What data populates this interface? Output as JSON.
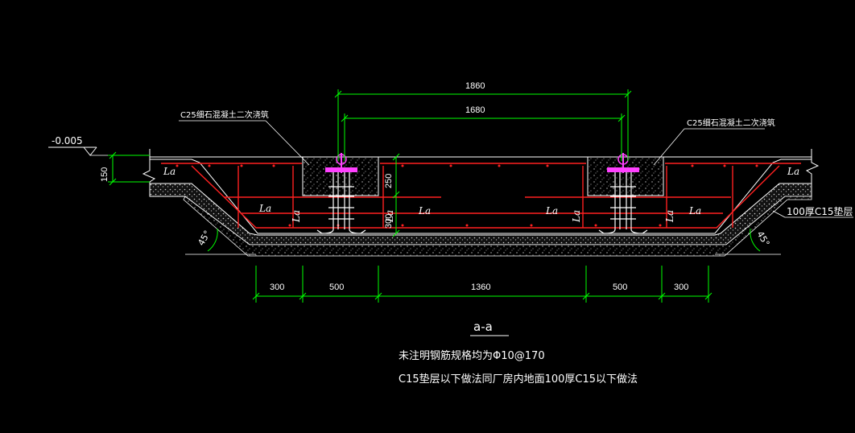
{
  "drawing": {
    "level_mark": "-0.005",
    "left_concrete_note": "C25细石混凝土二次浇筑",
    "right_concrete_note": "C25细石混凝土二次浇筑",
    "cushion_note": "100厚C15垫层",
    "anchor_label": "La",
    "angle_left": "45°",
    "angle_right": "45°",
    "dim_top_outer": "1860",
    "dim_top_inner": "1680",
    "dim_slab": "150",
    "dim_pocket": "250",
    "dim_depth": "300",
    "bottom_dims": [
      "300",
      "500",
      "1360",
      "500",
      "300"
    ],
    "section_title": "a-a",
    "note_line1": "未注明钢筋规格均为Φ10@170",
    "note_line2": "C15垫层以下做法同厂房内地面100厚C15以下做法"
  },
  "colors": {
    "background": "#000000",
    "line_white": "#ffffff",
    "dim_green": "#00ff00",
    "rebar_red": "#ff2020",
    "bolt_magenta": "#ff40ff"
  }
}
